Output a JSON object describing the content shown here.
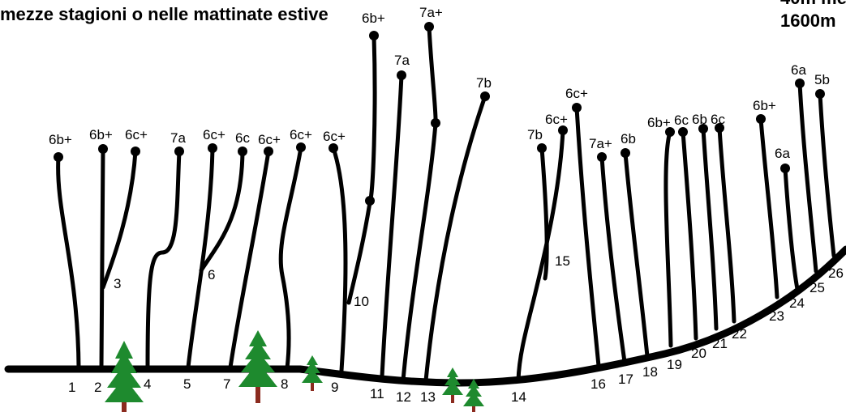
{
  "header": {
    "left_text": "mezze stagioni o nelle mattinate estive",
    "right_line1": "40m me",
    "right_line2": "1600m"
  },
  "routes": [
    {
      "number": "1",
      "grade": "6b+"
    },
    {
      "number": "2",
      "grade": "6b+"
    },
    {
      "number": "3",
      "grade": "6c+"
    },
    {
      "number": "4",
      "grade": "7a"
    },
    {
      "number": "5",
      "grade": "6c+"
    },
    {
      "number": "6",
      "grade": "6c"
    },
    {
      "number": "7",
      "grade": "6c+"
    },
    {
      "number": "8",
      "grade": "6c+"
    },
    {
      "number": "9",
      "grade": "6c+"
    },
    {
      "number": "10",
      "grade": "6b+"
    },
    {
      "number": "11",
      "grade": "7a"
    },
    {
      "number": "12",
      "grade": "7a+"
    },
    {
      "number": "13",
      "grade": "7b"
    },
    {
      "number": "14",
      "grade": "7b"
    },
    {
      "number": "15",
      "grade": "6c+"
    },
    {
      "number": "16",
      "grade": "6c+"
    },
    {
      "number": "17",
      "grade": "7a+"
    },
    {
      "number": "18",
      "grade": "6b"
    },
    {
      "number": "19",
      "grade": "6b+"
    },
    {
      "number": "20",
      "grade": "6c"
    },
    {
      "number": "21",
      "grade": "6b"
    },
    {
      "number": "22",
      "grade": "6c"
    },
    {
      "number": "23",
      "grade": "6b+"
    },
    {
      "number": "24",
      "grade": "6a"
    },
    {
      "number": "25",
      "grade": "6a"
    },
    {
      "number": "26",
      "grade": "5b"
    }
  ]
}
